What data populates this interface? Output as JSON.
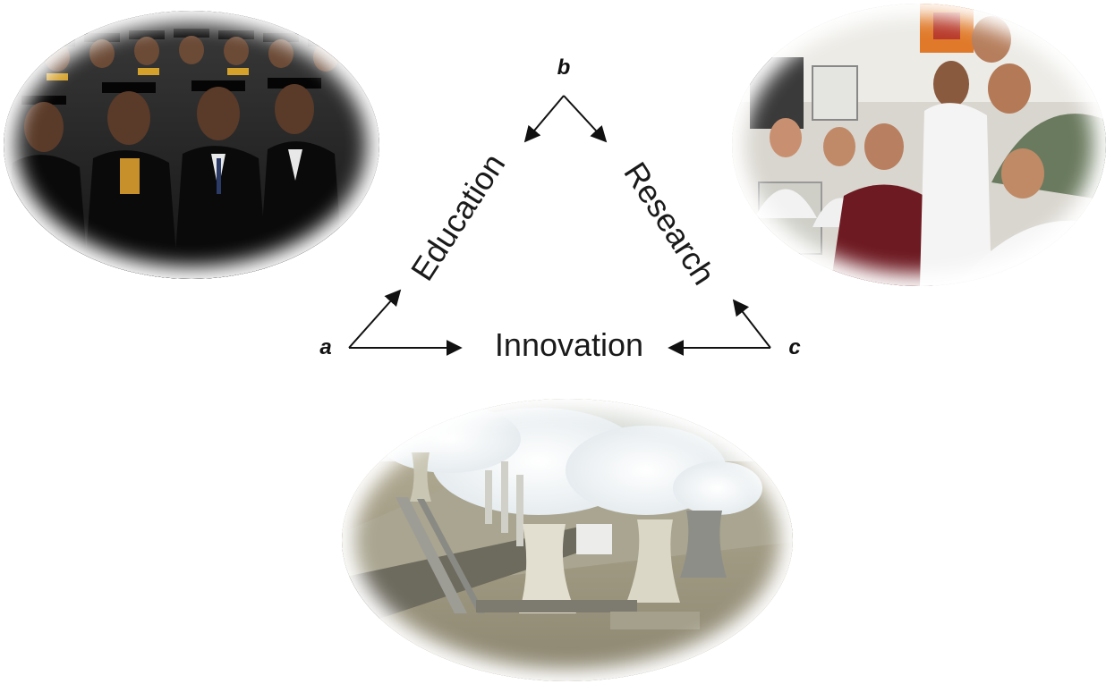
{
  "labels": {
    "education": "Education",
    "research": "Research",
    "innovation": "Innovation"
  },
  "letters": {
    "a": "a",
    "b": "b",
    "c": "c"
  },
  "photos": {
    "graduation": "graduation-ceremony-photo",
    "lab": "laboratory-research-photo",
    "plant": "power-plant-cooling-towers-photo"
  },
  "colors": {
    "text": "#1a1a1a",
    "arrow": "#111111",
    "background": "#ffffff"
  }
}
